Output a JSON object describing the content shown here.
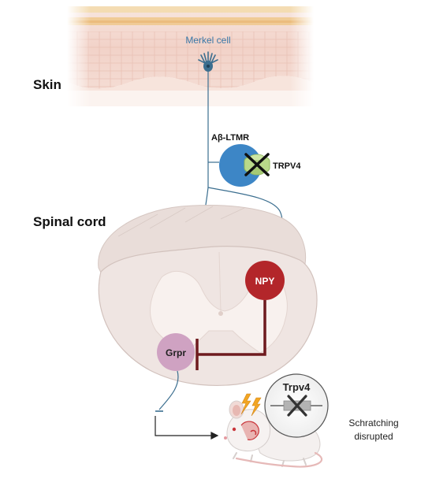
{
  "labels": {
    "skin": "Skin",
    "merkel_cell": "Merkel cell",
    "ab_ltmr": "Aβ-LTMR",
    "trpv4_protein": "TRPV4",
    "spinal_cord": "Spinal cord",
    "npy": "NPY",
    "grpr": "Grpr",
    "trpv4_gene": "Trpv4",
    "outcome_line1": "Schratching",
    "outcome_line2": "disrupted"
  },
  "colors": {
    "neuron_line": "#3b6e8f",
    "ltmr_fill": "#3d86c6",
    "channel_fill": "#b9d98a",
    "npy_fill": "#b3262a",
    "grpr_fill": "#cfa2c2",
    "inhibition": "#6e1a1e",
    "skin_pink": "#f2d2c8",
    "skin_yellow": "#f0c98f",
    "cord_fill": "#ece2df",
    "gray_matter": "#f6efec",
    "merkel_text": "#3a78a8"
  },
  "icons": {
    "merkel": "merkel-cell-icon",
    "channel": "trpv4-channel-icon",
    "knockout": "knockout-x-icon",
    "mouse": "mouse-icon",
    "lightning": "lightning-icon",
    "gene": "gene-icon"
  }
}
